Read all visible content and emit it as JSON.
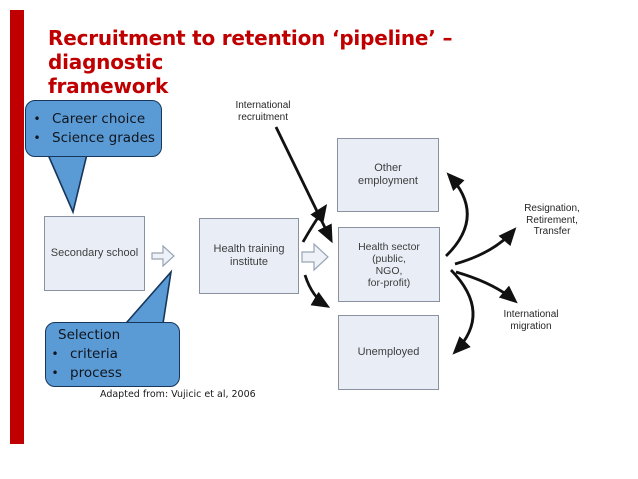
{
  "slide": {
    "title_line1": "Recruitment to retention ‘pipeline’ – diagnostic",
    "title_line2": "framework",
    "attribution": "Adapted from: Vujicic et al, 2006",
    "bullet_char": "•"
  },
  "callouts": {
    "career": {
      "bullets": [
        "Career choice",
        "Science grades"
      ]
    },
    "selection": {
      "heading": "Selection",
      "bullets": [
        "criteria",
        "process"
      ]
    }
  },
  "diagram": {
    "boxes": {
      "secondary_school": {
        "lines": [
          "Secondary school"
        ]
      },
      "health_training": {
        "lines": [
          "Health training",
          "institute"
        ]
      },
      "other_employment": {
        "lines": [
          "Other",
          "employment"
        ]
      },
      "health_sector": {
        "lines": [
          "Health sector",
          "(public,",
          "NGO,",
          "for-profit)"
        ]
      },
      "unemployed": {
        "lines": [
          "Unemployed"
        ]
      }
    },
    "labels": {
      "international_recruitment": {
        "lines": [
          "International",
          "recruitment"
        ]
      },
      "resignation": {
        "lines": [
          "Resignation,",
          "Retirement,",
          "Transfer"
        ]
      },
      "international_migration": {
        "lines": [
          "International",
          "migration"
        ]
      }
    }
  },
  "colors": {
    "accent_red": "#C00000",
    "callout_blue": "#5B9BD5",
    "callout_border": "#16365C",
    "box_fill": "#E9EEF6",
    "box_border": "#8A92A0",
    "arrow_black": "#111111"
  }
}
